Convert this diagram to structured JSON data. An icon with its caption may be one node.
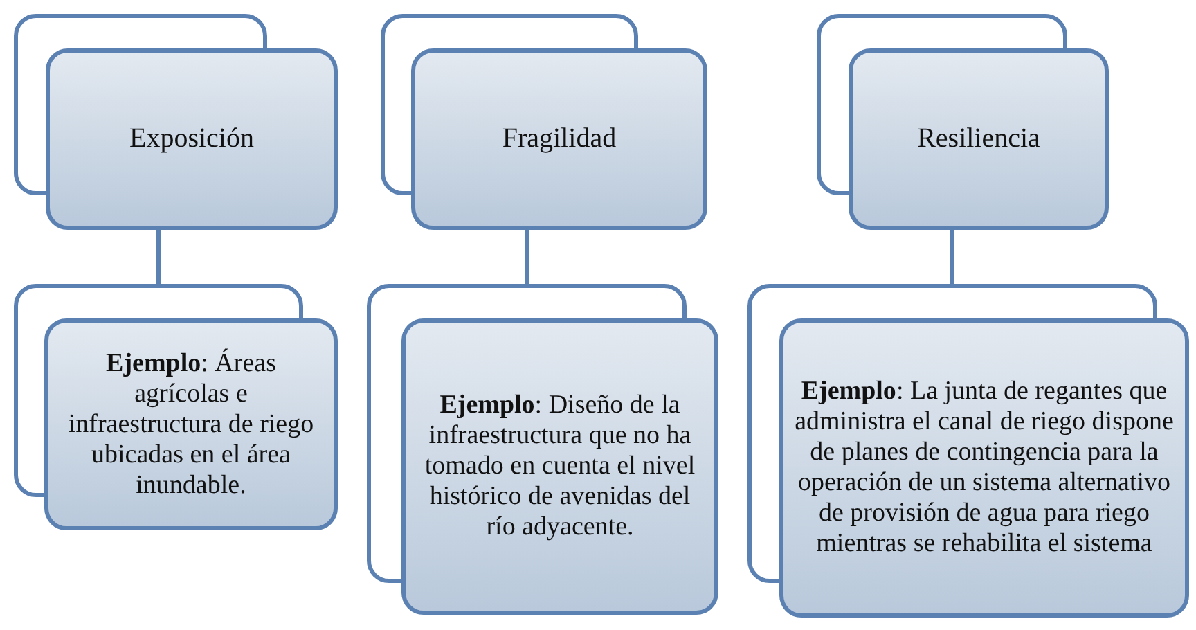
{
  "diagram": {
    "nodes": [
      {
        "text": [
          "Exposición"
        ]
      },
      {
        "text": [
          "Fragilidad"
        ]
      },
      {
        "text": [
          "Resiliencia"
        ]
      },
      {
        "text": [
          "**Ejemplo**: Áreas agrícolas e infraestructura de riego ubicadas en el área inundable."
        ]
      },
      {
        "text": [
          "**Ejemplo**: Diseño de la infraestructura que no ha tomado en cuenta el nivel histórico de avenidas del río adyacente."
        ]
      },
      {
        "text": [
          "**Ejemplo**: La junta de regantes que administra el canal de riego dispone de planes de contingencia para la operación de un sistema alternativo de provisión de agua para riego mientras se rehabilita el sistema"
        ]
      }
    ],
    "edges": [
      {
        "from": 0,
        "to": 3,
        "arrow": "none"
      },
      {
        "from": 1,
        "to": 4,
        "arrow": "none"
      },
      {
        "from": 2,
        "to": 5,
        "arrow": "none"
      }
    ]
  }
}
